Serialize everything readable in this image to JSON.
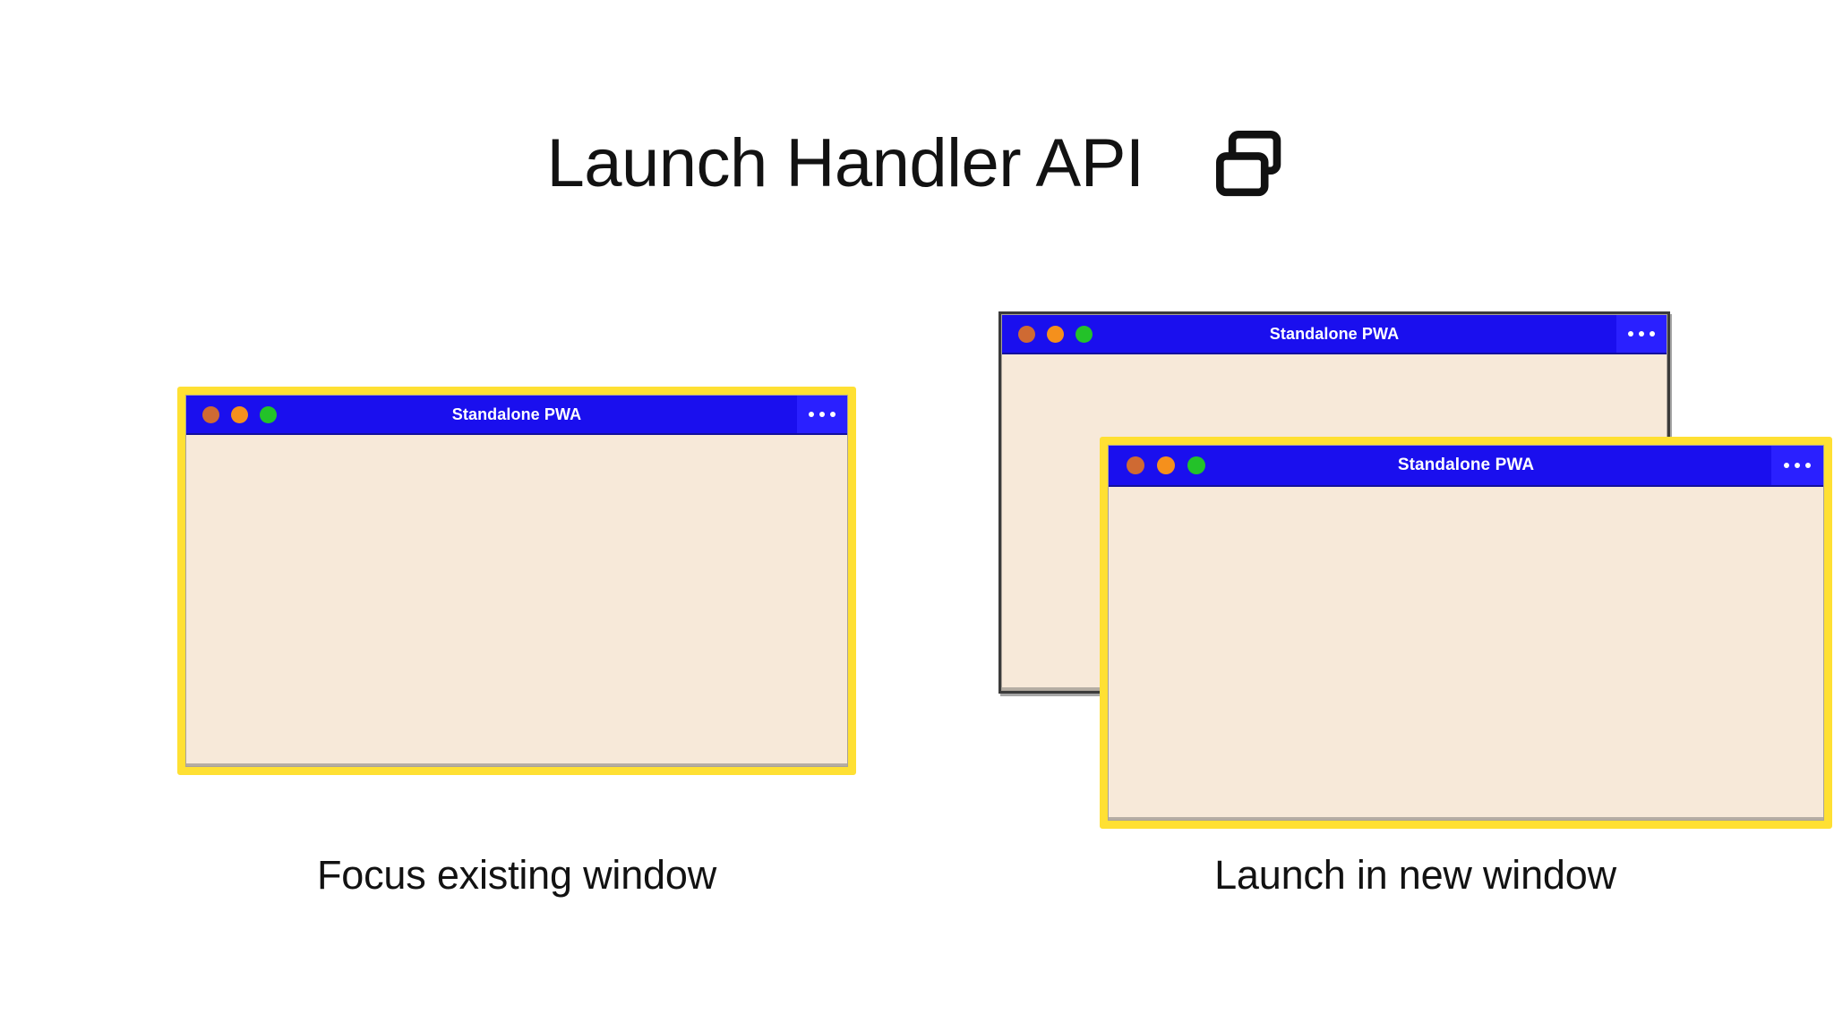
{
  "header": {
    "title": "Launch Handler API",
    "icon": "two-windows-icon"
  },
  "colors": {
    "titlebar_blue": "#1a0fee",
    "menu_button_blue": "#2a20ff",
    "window_body_cream": "#f7e9d9",
    "highlight_yellow": "#ffe033",
    "dot_close": "#cf6a33",
    "dot_minimize": "#f5901c",
    "dot_maximize": "#23c229",
    "page_background": "#ffffff",
    "text_black": "#121212",
    "inactive_border": "#3b3b3b"
  },
  "scenarios": [
    {
      "id": "focus-existing",
      "caption": "Focus existing window",
      "windows": [
        {
          "id": "left",
          "title": "Standalone PWA",
          "menu_label": "•••",
          "menu_icon": "overflow-menu-icon",
          "highlighted": true
        }
      ]
    },
    {
      "id": "launch-new",
      "caption": "Launch in new window",
      "windows": [
        {
          "id": "back",
          "title": "Standalone PWA",
          "menu_label": "•••",
          "menu_icon": "overflow-menu-icon",
          "highlighted": false
        },
        {
          "id": "front",
          "title": "Standalone PWA",
          "menu_label": "•••",
          "menu_icon": "overflow-menu-icon",
          "highlighted": true
        }
      ]
    }
  ]
}
